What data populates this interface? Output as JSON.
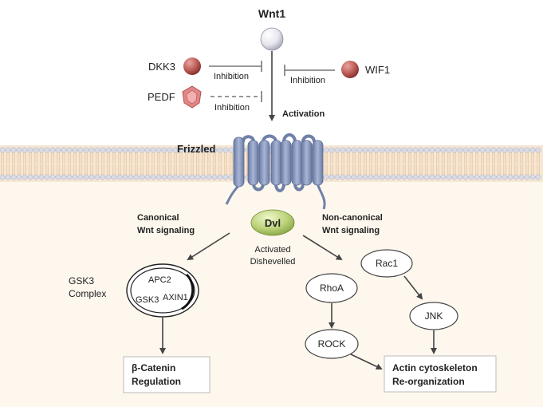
{
  "ligand": {
    "name": "Wnt1"
  },
  "inhibitors": [
    {
      "name": "DKK3",
      "relation": "Inhibition",
      "style": "solid"
    },
    {
      "name": "PEDF",
      "relation": "Inhibition",
      "style": "dashed"
    },
    {
      "name": "WIF1",
      "relation": "Inhibition",
      "style": "solid"
    }
  ],
  "activation_label": "Activation",
  "receptor": {
    "name": "Frizzled"
  },
  "dvl": {
    "short": "Dvl",
    "caption_line1": "Activated",
    "caption_line2": "Dishevelled"
  },
  "canonical": {
    "line1": "Canonical",
    "line2": "Wnt signaling"
  },
  "noncanonical": {
    "line1": "Non-canonical",
    "line2": "Wnt signaling"
  },
  "gsk3_complex": {
    "label_line1": "GSK3",
    "label_line2": "Complex",
    "members": [
      "APC2",
      "GSK3",
      "AXIN1"
    ]
  },
  "outcome_canonical": {
    "line1": "β-Catenin",
    "line2": "Regulation"
  },
  "outcome_noncanonical": {
    "line1": "Actin cytoskeleton",
    "line2": "Re-organization"
  },
  "nodes": {
    "rhoa": "RhoA",
    "rock": "ROCK",
    "rac1": "Rac1",
    "jnk": "JNK"
  },
  "colors": {
    "cytoplasm": "#fdf7ee",
    "membrane_head": "#d9dce6",
    "membrane_tail": "#e9c9a4",
    "receptor": "#8393b9",
    "inhibitor_ball": "#b85f5f",
    "pedf": "#e08585",
    "dvl": "#b5cc72"
  }
}
